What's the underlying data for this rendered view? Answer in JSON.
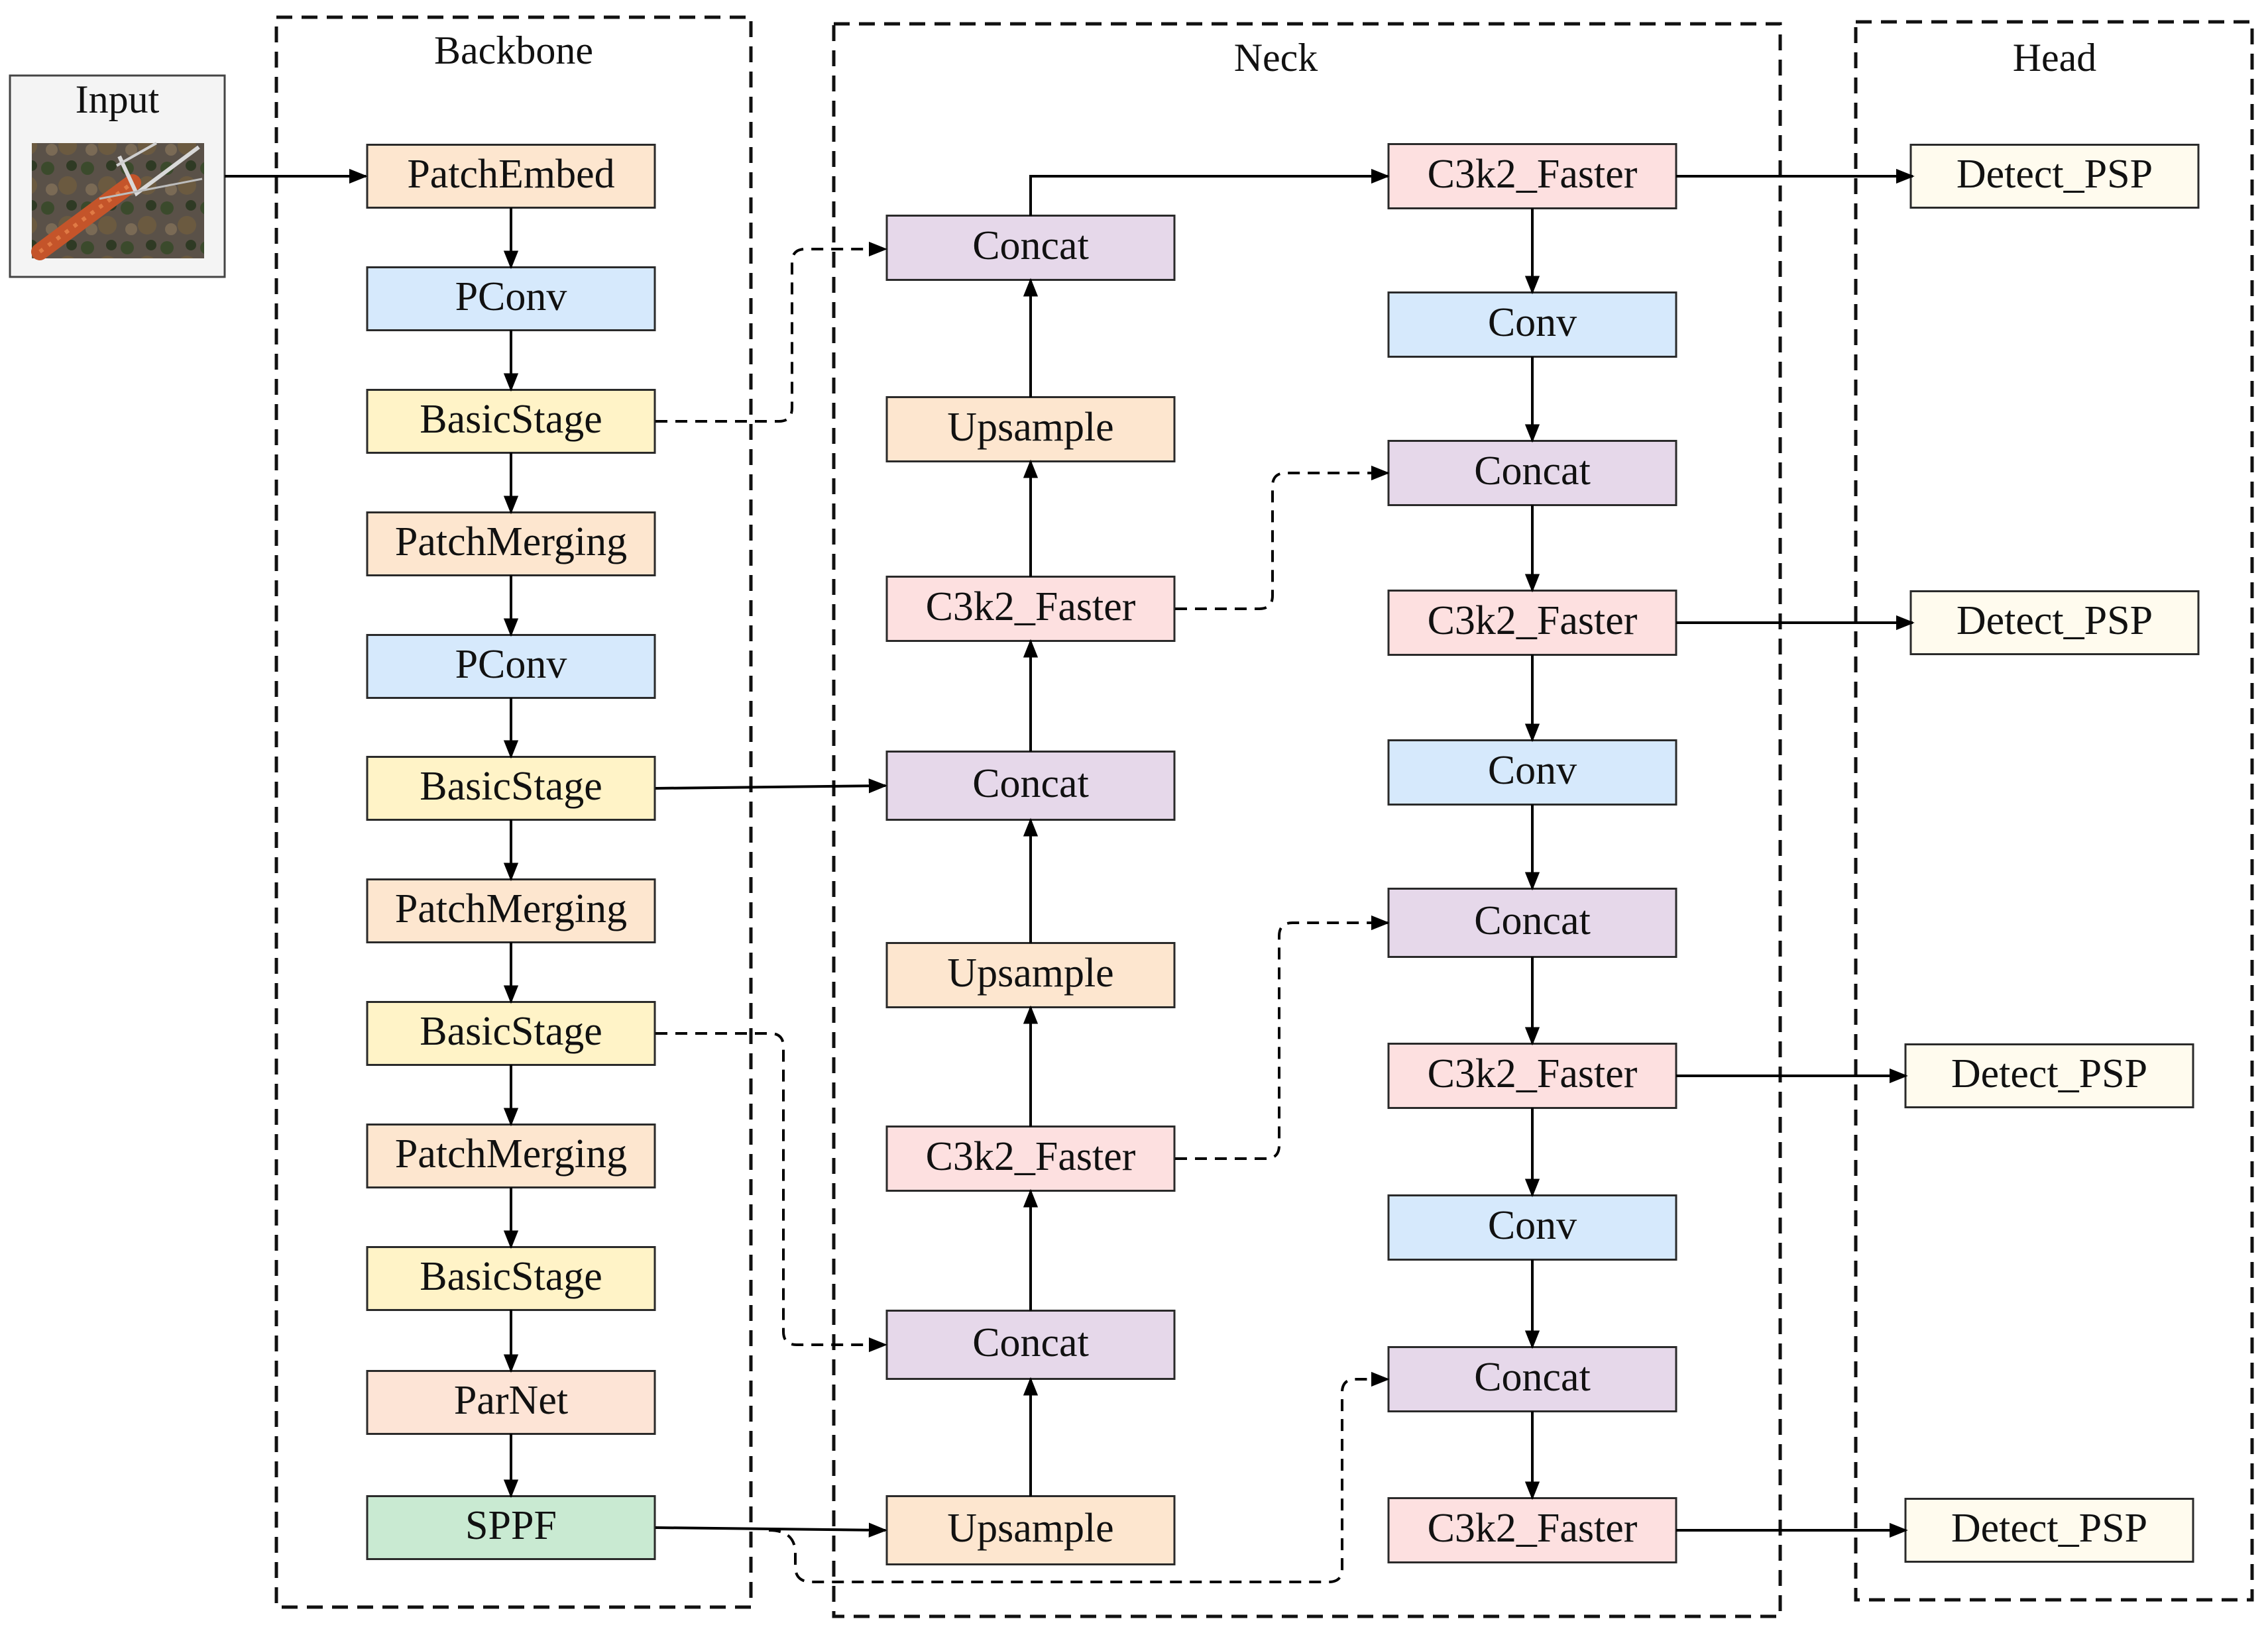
{
  "sections": {
    "input": "Input",
    "backbone": "Backbone",
    "neck": "Neck",
    "head": "Head"
  },
  "colors": {
    "peach": "#fde6cf",
    "blue": "#d6e9fc",
    "yellow": "#fff3c7",
    "salmon": "#fde4d6",
    "green": "#c9ead2",
    "lavender": "#e6d8ea",
    "pink": "#fde0e0",
    "cream": "#fffbee"
  },
  "backbone": [
    {
      "label": "PatchEmbed",
      "color": "peach"
    },
    {
      "label": "PConv",
      "color": "blue"
    },
    {
      "label": "BasicStage",
      "color": "yellow"
    },
    {
      "label": "PatchMerging",
      "color": "peach"
    },
    {
      "label": "PConv",
      "color": "blue"
    },
    {
      "label": "BasicStage",
      "color": "yellow"
    },
    {
      "label": "PatchMerging",
      "color": "peach"
    },
    {
      "label": "BasicStage",
      "color": "yellow"
    },
    {
      "label": "PatchMerging",
      "color": "peach"
    },
    {
      "label": "BasicStage",
      "color": "yellow"
    },
    {
      "label": "ParNet",
      "color": "salmon"
    },
    {
      "label": "SPPF",
      "color": "green"
    }
  ],
  "neck_up": [
    {
      "label": "Concat",
      "color": "lavender"
    },
    {
      "label": "Upsample",
      "color": "peach"
    },
    {
      "label": "C3k2_Faster",
      "color": "pink"
    },
    {
      "label": "Concat",
      "color": "lavender"
    },
    {
      "label": "Upsample",
      "color": "peach"
    },
    {
      "label": "C3k2_Faster",
      "color": "pink"
    },
    {
      "label": "Concat",
      "color": "lavender"
    },
    {
      "label": "Upsample",
      "color": "peach"
    }
  ],
  "neck_down": [
    {
      "label": "C3k2_Faster",
      "color": "pink"
    },
    {
      "label": "Conv",
      "color": "blue"
    },
    {
      "label": "Concat",
      "color": "lavender"
    },
    {
      "label": "C3k2_Faster",
      "color": "pink"
    },
    {
      "label": "Conv",
      "color": "blue"
    },
    {
      "label": "Concat",
      "color": "lavender"
    },
    {
      "label": "C3k2_Faster",
      "color": "pink"
    },
    {
      "label": "Conv",
      "color": "blue"
    },
    {
      "label": "Concat",
      "color": "lavender"
    },
    {
      "label": "C3k2_Faster",
      "color": "pink"
    }
  ],
  "head": [
    {
      "label": "Detect_PSP",
      "color": "cream"
    },
    {
      "label": "Detect_PSP",
      "color": "cream"
    },
    {
      "label": "Detect_PSP",
      "color": "cream"
    },
    {
      "label": "Detect_PSP",
      "color": "cream"
    }
  ]
}
